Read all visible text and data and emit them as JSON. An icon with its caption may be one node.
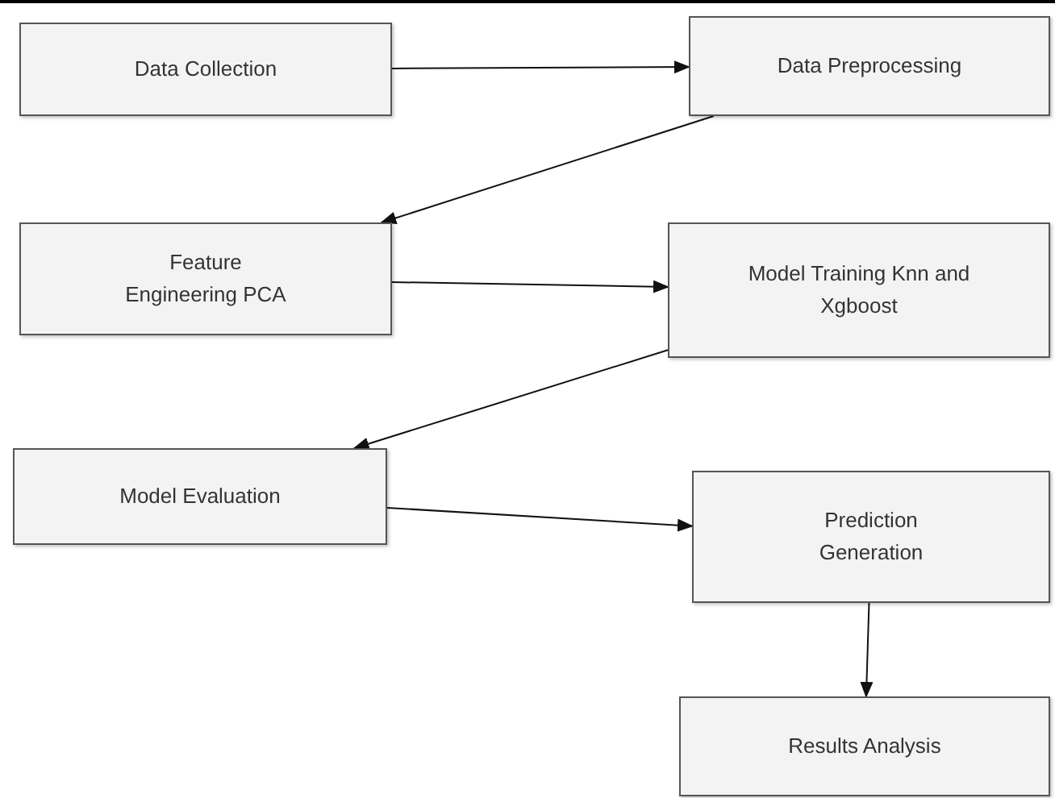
{
  "diagram": {
    "nodes": [
      {
        "text": [
          "Data Collection"
        ]
      },
      {
        "text": [
          "Data Preprocessing"
        ]
      },
      {
        "text": [
          "Feature Engineering PCA"
        ]
      },
      {
        "text": [
          "Model Training Knn and Xgboost"
        ]
      },
      {
        "text": [
          "Model Evaluation"
        ]
      },
      {
        "text": [
          "Prediction Generation"
        ]
      },
      {
        "text": [
          "Results Analysis"
        ]
      }
    ],
    "edges": [
      {
        "from": 0,
        "to": 1,
        "arrow": "to"
      },
      {
        "from": 1,
        "to": 2,
        "arrow": "to"
      },
      {
        "from": 2,
        "to": 3,
        "arrow": "to"
      },
      {
        "from": 3,
        "to": 4,
        "arrow": "to"
      },
      {
        "from": 4,
        "to": 5,
        "arrow": "to"
      },
      {
        "from": 5,
        "to": 6,
        "arrow": "to"
      }
    ]
  }
}
